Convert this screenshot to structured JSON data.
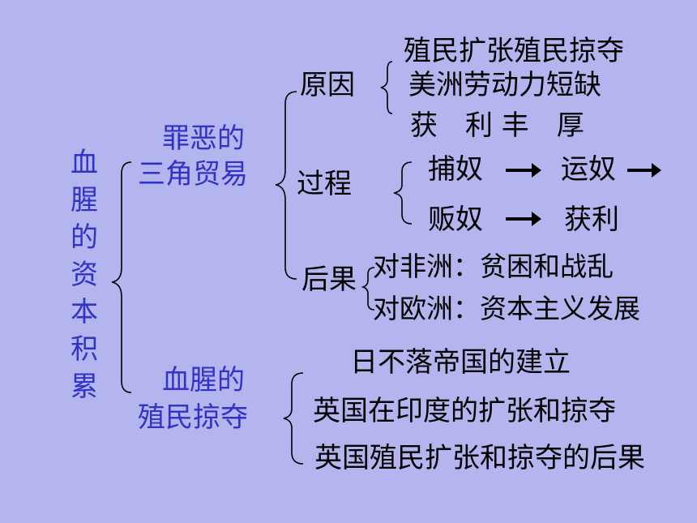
{
  "root": {
    "chars": [
      "血",
      "腥",
      "的",
      "资",
      "本",
      "积",
      "累"
    ]
  },
  "branch1": {
    "label_line1": "罪恶的",
    "label_line2": "三角贸易",
    "cause": {
      "label": "原因",
      "items": [
        "殖民扩张殖民掠夺",
        "美洲劳动力短缺",
        "获　利 丰　厚"
      ]
    },
    "process": {
      "label": "过程",
      "row1": [
        "捕奴",
        "运奴"
      ],
      "row2": [
        "贩奴",
        "获利"
      ]
    },
    "result": {
      "label": "后果",
      "items": [
        "对非洲：贫困和战乱",
        "对欧洲：资本主义发展"
      ]
    }
  },
  "branch2": {
    "label_line1": "血腥的",
    "label_line2": "殖民掠夺",
    "items": [
      "日不落帝国的建立",
      "英国在印度的扩张和掠夺",
      "英国殖民扩张和掠夺的后果"
    ]
  },
  "colors": {
    "background": "#b4b4ef",
    "accent": "#3232c8",
    "text": "#000000"
  }
}
